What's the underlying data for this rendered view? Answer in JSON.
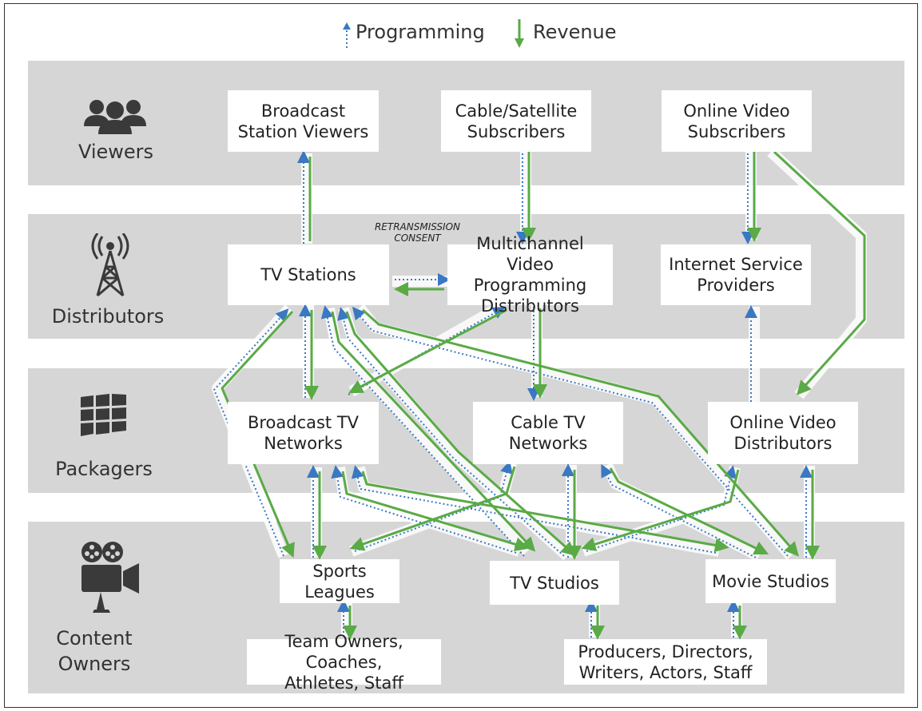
{
  "legend": {
    "programming_label": "Programming",
    "revenue_label": "Revenue",
    "programming_color": "#3a78c2",
    "revenue_color": "#5aaa46"
  },
  "layers": [
    {
      "label": "Viewers",
      "icon": "people-icon"
    },
    {
      "label": "Distributors",
      "icon": "antenna-tower-icon"
    },
    {
      "label": "Packagers",
      "icon": "tiles-icon"
    },
    {
      "label": "Content\nOwners",
      "icon": "movie-camera-icon"
    }
  ],
  "nodes": {
    "broadcast_viewers": "Broadcast\nStation Viewers",
    "cable_subscribers": "Cable/Satellite\nSubscribers",
    "online_subscribers": "Online Video\nSubscribers",
    "tv_stations": "TV Stations",
    "mvpd": "Multichannel Video\nProgramming\nDistributors",
    "isp": "Internet Service\nProviders",
    "broadcast_networks": "Broadcast TV\nNetworks",
    "cable_networks": "Cable TV\nNetworks",
    "online_distributors": "Online Video\nDistributors",
    "sports_leagues": "Sports Leagues",
    "tv_studios": "TV Studios",
    "movie_studios": "Movie Studios",
    "team_owners": "Team Owners, Coaches,\nAthletes, Staff",
    "producers": "Producers, Directors,\nWriters, Actors, Staff"
  },
  "annotation": "RETRANSMISSION\nCONSENT"
}
